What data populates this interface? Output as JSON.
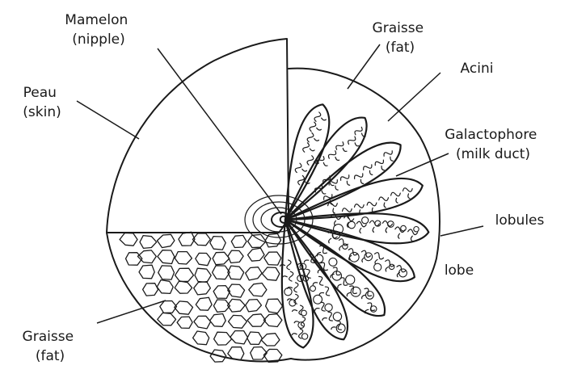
{
  "labels": {
    "nipple": [
      "Mamelon",
      "(nipple)"
    ],
    "skin": [
      "Peau",
      "(skin)"
    ],
    "fat_top": [
      "Graisse",
      "(fat)"
    ],
    "acini": [
      "Acini"
    ],
    "milk_duct": [
      "Galactophore",
      "(milk duct)"
    ],
    "lobules": [
      "lobules"
    ],
    "lobe": [
      "lobe"
    ],
    "fat_bottom": [
      "Graisse",
      "(fat)"
    ]
  },
  "colors": {
    "ink": "#1a1a1a",
    "background": "#ffffff"
  }
}
